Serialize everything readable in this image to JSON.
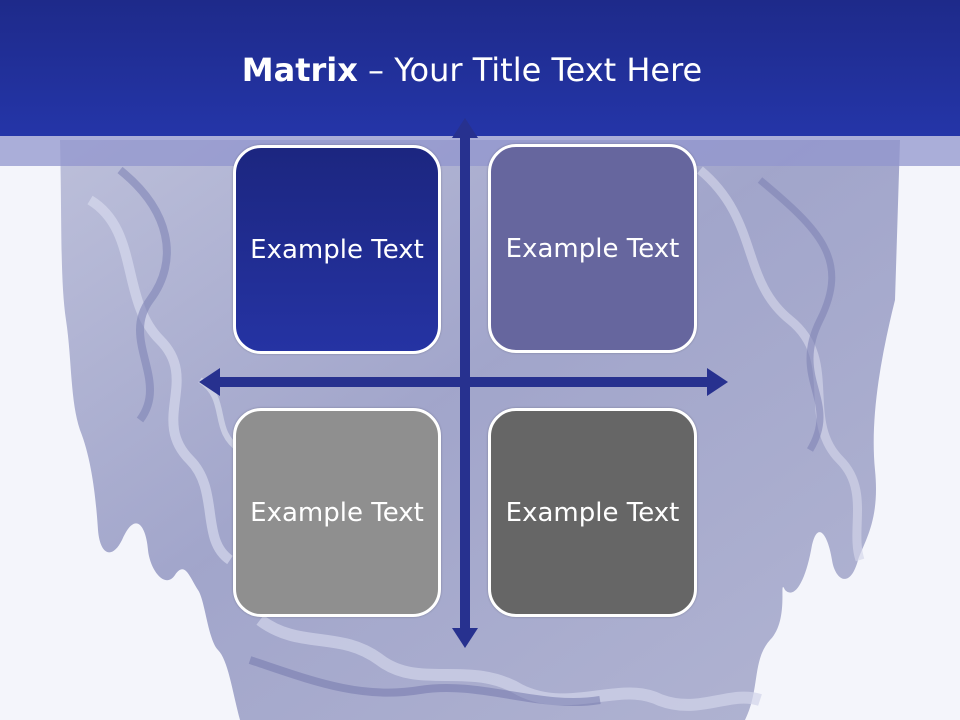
{
  "slide": {
    "title_bold": "Matrix",
    "title_rest": " – Your Title Text Here"
  },
  "matrix": {
    "cells": [
      {
        "label": "Example Text",
        "color": "#1f2a8f"
      },
      {
        "label": "Example Text",
        "color": "#66669e"
      },
      {
        "label": "Example Text",
        "color": "#8f8f8f"
      },
      {
        "label": "Example Text",
        "color": "#666666"
      }
    ],
    "arrow_color": "#27318f"
  },
  "theme": {
    "header_color": "#2233a4",
    "strip_color": "#9ca0d2",
    "background_color": "#f4f5fb"
  }
}
